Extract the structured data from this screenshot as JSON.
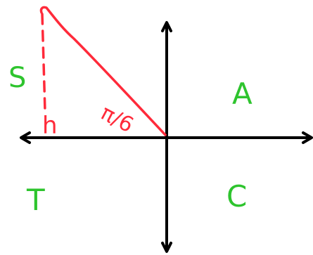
{
  "diagram": {
    "angle_label": "π/6",
    "height_label": "h",
    "quadrant_labels": {
      "top_left": "S",
      "top_right": "A",
      "bottom_left": "T",
      "bottom_right": "C"
    }
  },
  "colors": {
    "background": "#ffffff",
    "axes": "#000000",
    "triangle": "#ff2a3a",
    "quadrant_letters": "#2ec42e"
  }
}
